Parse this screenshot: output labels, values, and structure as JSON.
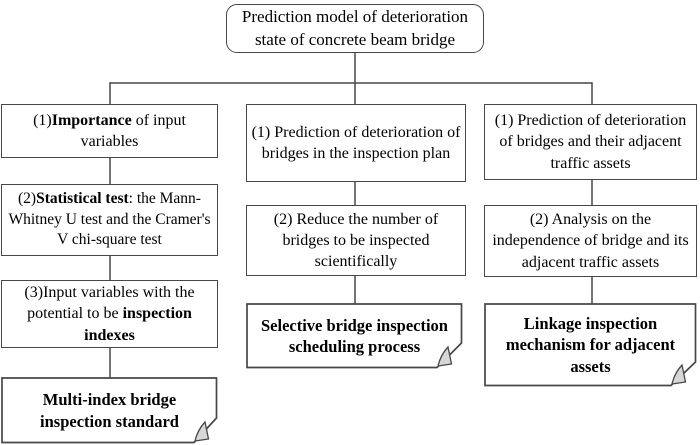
{
  "colors": {
    "line": "#474747",
    "fold_fill": "#d7d7d7",
    "text": "#000000",
    "background": "#ffffff"
  },
  "root_box": {
    "text": "Prediction model of deterioration state of concrete beam bridge"
  },
  "columns": [
    {
      "name": "input-variables",
      "boxes": [
        {
          "segments": [
            {
              "t": "(1)"
            },
            {
              "t": "Importance",
              "b": true
            },
            {
              "t": " of input variables"
            }
          ]
        },
        {
          "segments": [
            {
              "t": "(2)"
            },
            {
              "t": "Statistical test",
              "b": true
            },
            {
              "t": ": the Mann-Whitney U test and the Cramer's V chi-square test"
            }
          ]
        },
        {
          "segments": [
            {
              "t": "(3)Input variables with the potential to be "
            },
            {
              "t": "inspection indexes",
              "b": true
            }
          ]
        }
      ],
      "output_document": {
        "segments": [
          {
            "t": "Multi-index bridge inspection standard",
            "b": true
          }
        ]
      }
    },
    {
      "name": "inspection-plan",
      "boxes": [
        {
          "segments": [
            {
              "t": "(1) Prediction of deterioration of bridges in the inspection plan"
            }
          ]
        },
        {
          "segments": [
            {
              "t": "(2) Reduce the number of bridges to be inspected scientifically"
            }
          ]
        }
      ],
      "output_document": {
        "segments": [
          {
            "t": "Selective bridge inspection scheduling process",
            "b": true
          }
        ]
      }
    },
    {
      "name": "adjacent-assets",
      "boxes": [
        {
          "segments": [
            {
              "t": "(1) Prediction of deterioration of bridges and their adjacent traffic assets"
            }
          ]
        },
        {
          "segments": [
            {
              "t": "(2) Analysis on the independence of bridge and its adjacent traffic assets"
            }
          ]
        }
      ],
      "output_document": {
        "segments": [
          {
            "t": "Linkage inspection mechanism for adjacent assets",
            "b": true
          }
        ]
      }
    }
  ]
}
